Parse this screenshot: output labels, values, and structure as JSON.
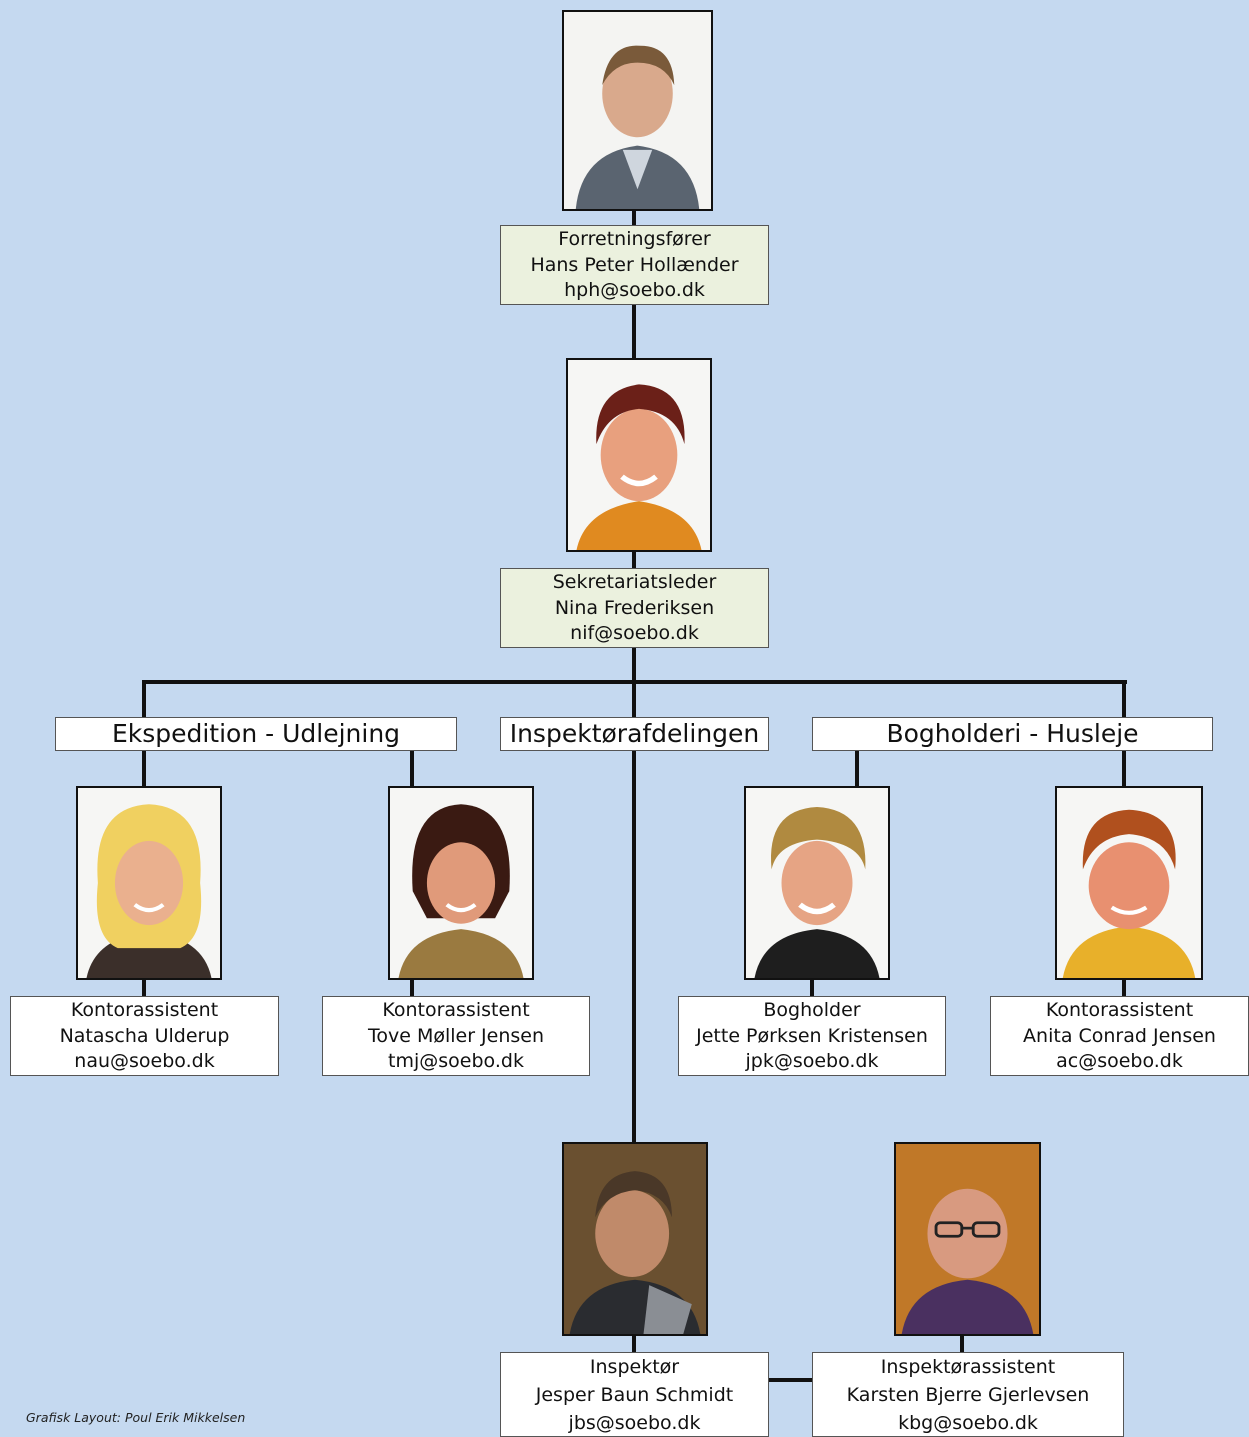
{
  "top": {
    "title": "Forretningsfører",
    "name": "Hans Peter Hollænder",
    "email": "hph@soebo.dk"
  },
  "secretariat": {
    "title": "Sekretariatsleder",
    "name": "Nina Frederiksen",
    "email": "nif@soebo.dk"
  },
  "departments": {
    "ekspedition": "Ekspedition - Udlejning",
    "inspektor": "Inspektørafdelingen",
    "bogholderi": "Bogholderi - Husleje"
  },
  "staff": [
    {
      "title": "Kontorassistent",
      "name": "Natascha Ulderup",
      "email": "nau@soebo.dk"
    },
    {
      "title": "Kontorassistent",
      "name": "Tove Møller Jensen",
      "email": "tmj@soebo.dk"
    },
    {
      "title": "Bogholder",
      "name": "Jette Pørksen Kristensen",
      "email": "jpk@soebo.dk"
    },
    {
      "title": "Kontorassistent",
      "name": "Anita Conrad Jensen",
      "email": "ac@soebo.dk"
    },
    {
      "title": "Inspektør",
      "name": "Jesper Baun Schmidt",
      "email": "jbs@soebo.dk"
    },
    {
      "title": "Inspektørassistent",
      "name": "Karsten Bjerre Gjerlevsen",
      "email": "kbg@soebo.dk"
    }
  ],
  "credit": "Grafisk Layout: Poul Erik Mikkelsen"
}
